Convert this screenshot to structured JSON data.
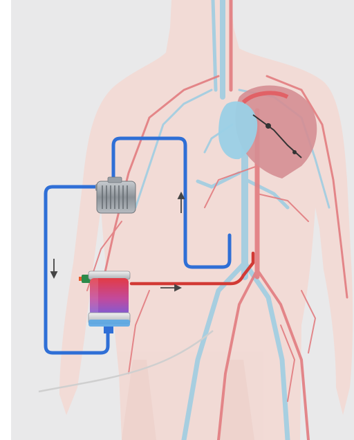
{
  "diagram": {
    "title": "",
    "labels": [],
    "colors": {
      "panel_bg": "#e9e9ea",
      "body_silhouette": "#f2d6cf",
      "arteries": "#e0757a",
      "veins": "#8fc6dd",
      "heart_ventricles": "#d98a90",
      "heart_vein_side": "#9ad0e6",
      "venous_tubing": "#2f6fd6",
      "arterial_tubing": "#d23a35",
      "pump_housing": "#9aa0a6",
      "oxygenator_top": "#e23b45",
      "oxygenator_bottom": "#7b5cd8",
      "flow_arrow": "#444444",
      "catheter_line": "#c9c9c9"
    },
    "components": [
      {
        "name": "centrifugal-pump",
        "icon": "pump-icon"
      },
      {
        "name": "membrane-oxygenator",
        "icon": "oxygenator-icon"
      },
      {
        "name": "venous-drainage-cannula",
        "icon": "blue-tube"
      },
      {
        "name": "arterial-return-cannula",
        "icon": "red-tube"
      },
      {
        "name": "heart",
        "icon": "heart-icon"
      }
    ],
    "flow_arrows": [
      {
        "name": "arrow-up-return",
        "direction": "up"
      },
      {
        "name": "arrow-down-pump",
        "direction": "down"
      },
      {
        "name": "arrow-right-arterial",
        "direction": "right"
      }
    ]
  }
}
